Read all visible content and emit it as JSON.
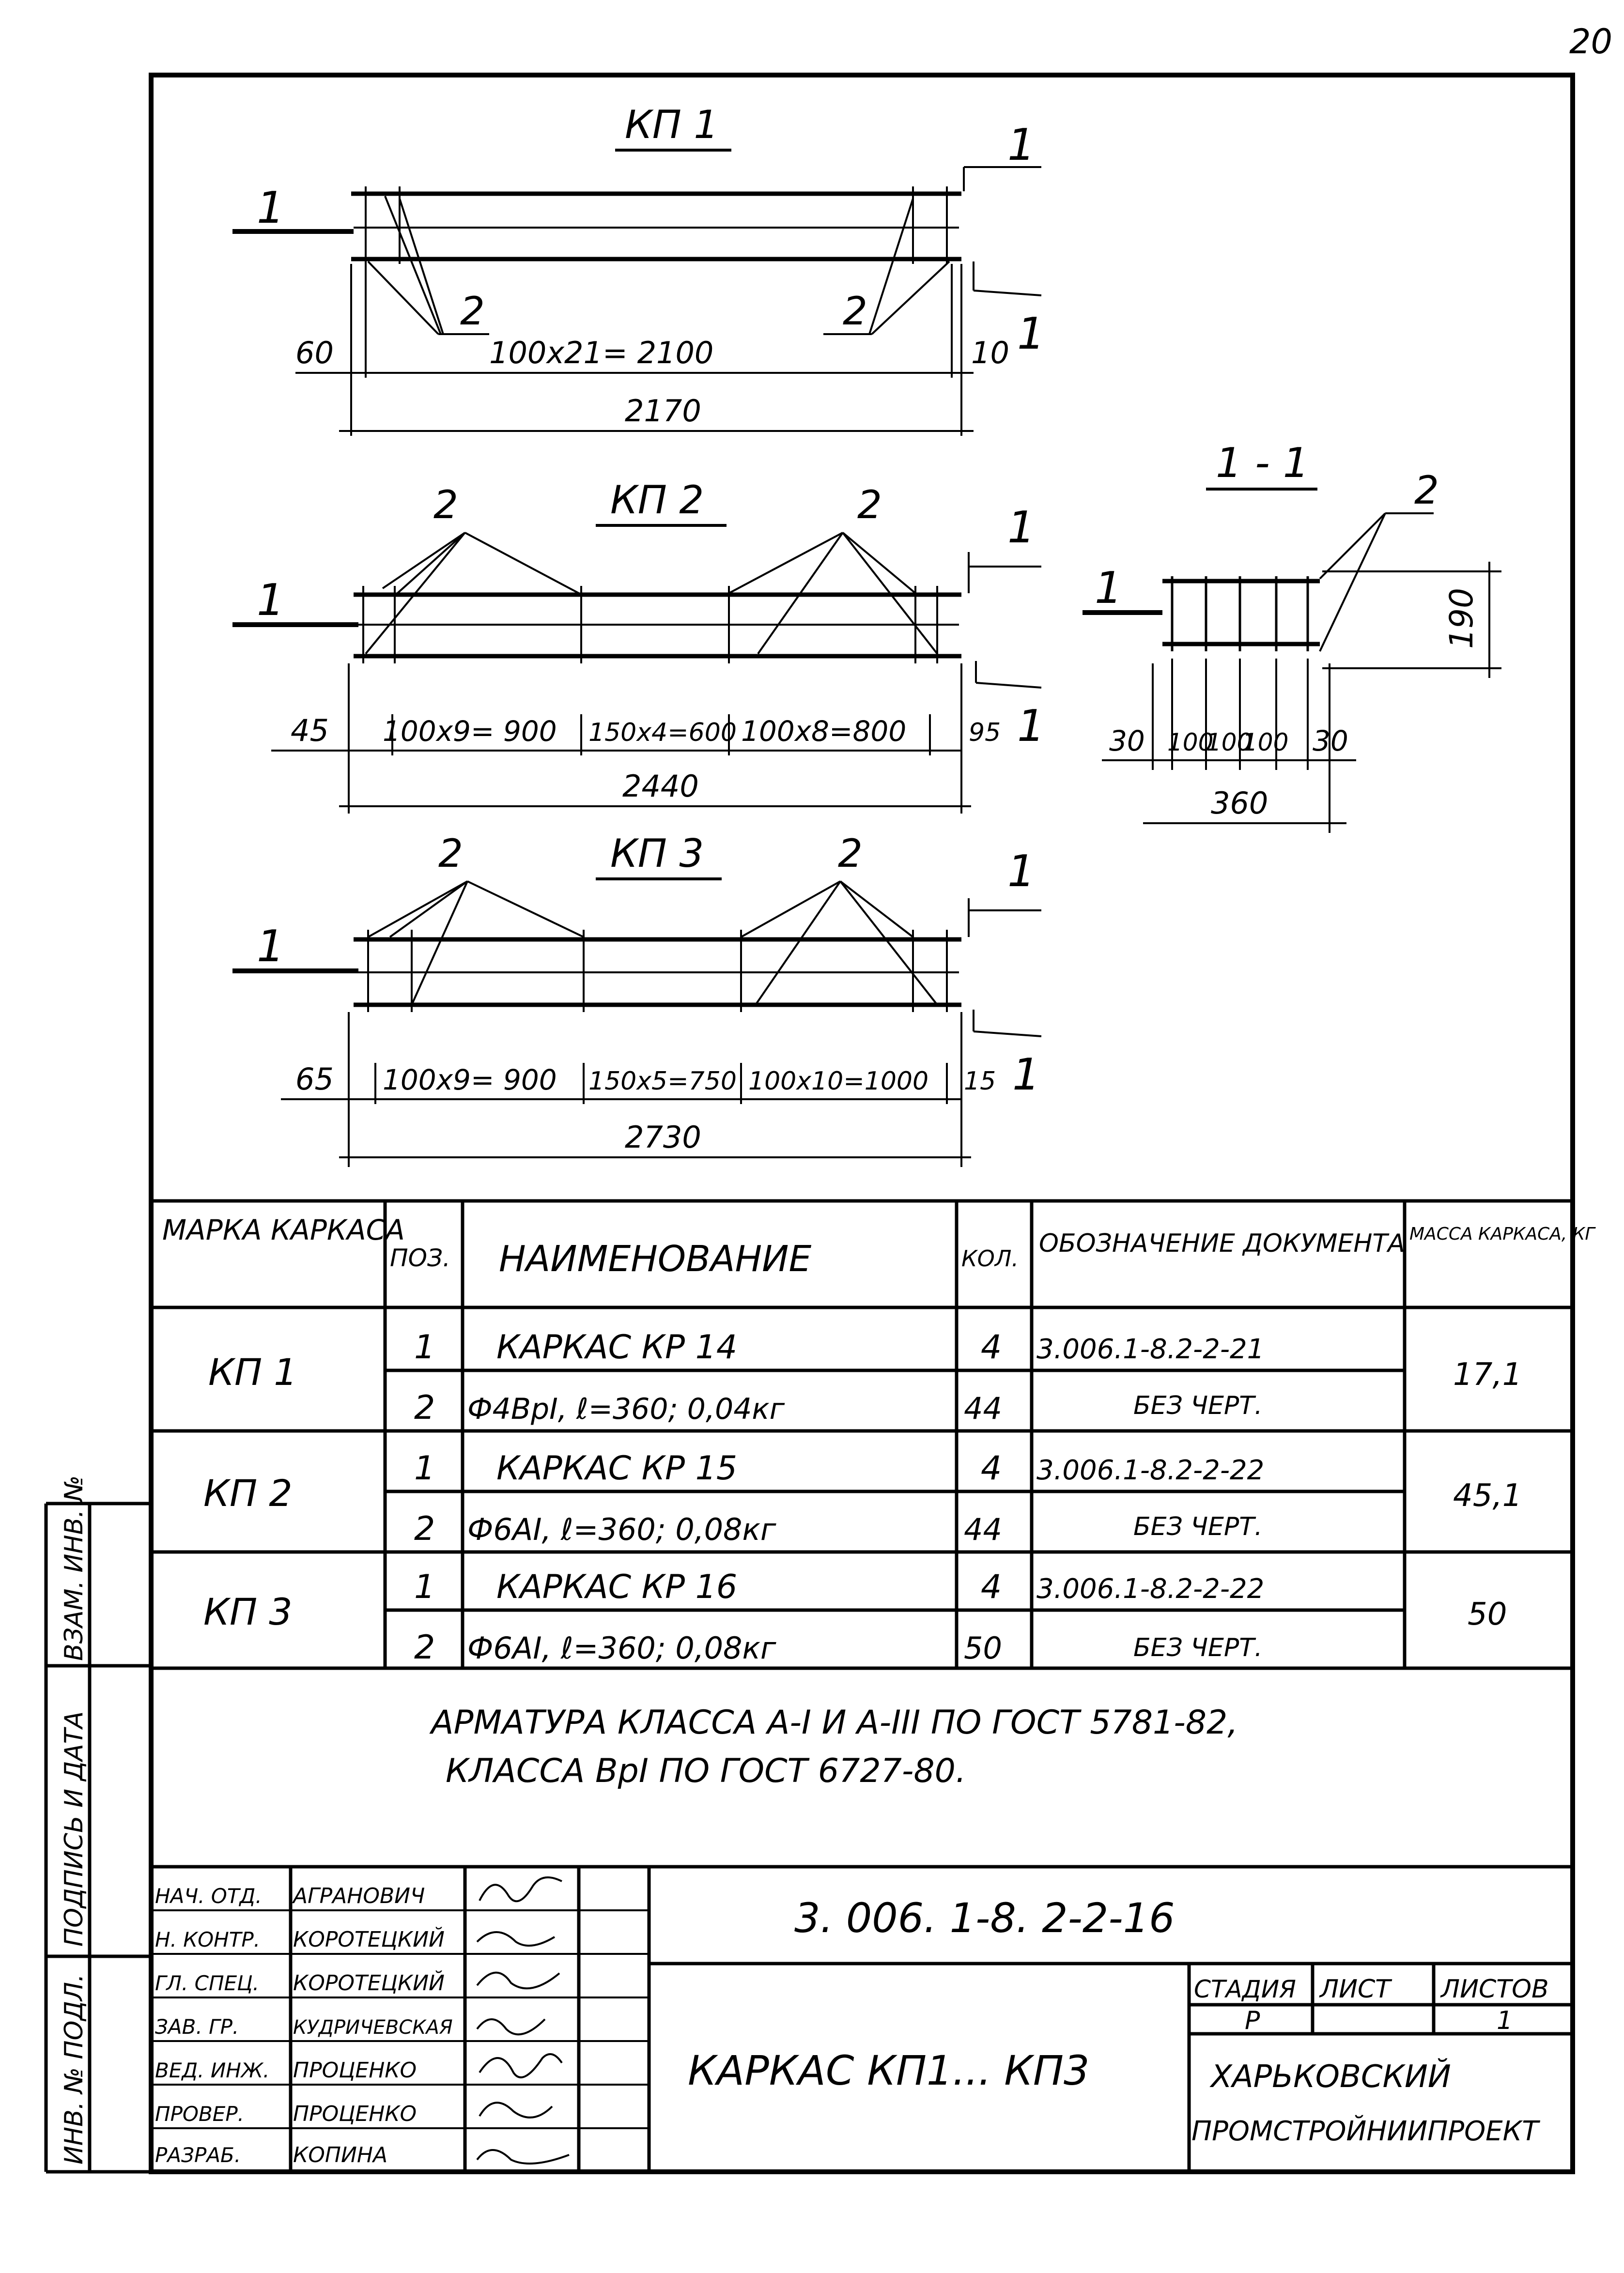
{
  "sheet_number": "20",
  "drawings": {
    "kp1": {
      "title": "КП 1",
      "section_mark": "1",
      "callout": "2",
      "dims": {
        "left": "60",
        "middle": "100x21= 2100",
        "right": "10",
        "total": "2170"
      }
    },
    "kp2": {
      "title": "КП 2",
      "section_mark": "1",
      "callout": "2",
      "dims": {
        "left": "45",
        "seg1": "100x9= 900",
        "seg2": "150x4=600",
        "seg3": "100x8=800",
        "right": "95",
        "total": "2440"
      }
    },
    "kp3": {
      "title": "КП 3",
      "section_mark": "1",
      "callout": "2",
      "dims": {
        "left": "65",
        "seg1": "100x9= 900",
        "seg2": "150x5=750",
        "seg3": "100x10=1000",
        "right": "15",
        "total": "2730"
      }
    },
    "section": {
      "title": "1 - 1",
      "mark": "1",
      "callout": "2",
      "height": "190",
      "dims": [
        "30",
        "100",
        "100",
        "100",
        "30"
      ],
      "total": "360"
    }
  },
  "spec_table": {
    "headers": {
      "mark": "МАРКА КАРКАСА",
      "pos": "ПОЗ.",
      "name": "НАИМЕНОВАНИЕ",
      "qty": "КОЛ.",
      "doc": "ОБОЗНАЧЕНИЕ ДОКУМЕНТА",
      "mass": "МАССА КАРКАСА, КГ"
    },
    "groups": [
      {
        "mark": "КП 1",
        "mass": "17,1",
        "rows": [
          {
            "pos": "1",
            "name": "КАРКАС КР 14",
            "qty": "4",
            "doc": "3.006.1-8.2-2-21"
          },
          {
            "pos": "2",
            "name": "Ф4ВрI, ℓ=360; 0,04кг",
            "qty": "44",
            "doc": "БЕЗ ЧЕРТ."
          }
        ]
      },
      {
        "mark": "КП 2",
        "mass": "45,1",
        "rows": [
          {
            "pos": "1",
            "name": "КАРКАС КР 15",
            "qty": "4",
            "doc": "3.006.1-8.2-2-22"
          },
          {
            "pos": "2",
            "name": "Ф6АI, ℓ=360; 0,08кг",
            "qty": "44",
            "doc": "БЕЗ ЧЕРТ."
          }
        ]
      },
      {
        "mark": "КП 3",
        "mass": "50",
        "rows": [
          {
            "pos": "1",
            "name": "КАРКАС КР 16",
            "qty": "4",
            "doc": "3.006.1-8.2-2-22"
          },
          {
            "pos": "2",
            "name": "Ф6АI, ℓ=360; 0,08кг",
            "qty": "50",
            "doc": "БЕЗ ЧЕРТ."
          }
        ]
      }
    ]
  },
  "notes": [
    "АРМАТУРА КЛАССА А-I И А-III ПО ГОСТ 5781-82,",
    "КЛАССА ВрI ПО ГОСТ 6727-80."
  ],
  "title_block": {
    "doc_code": "3. 006. 1-8. 2-2-16",
    "title": "КАРКАС КП1... КП3",
    "stage_label": "СТАДИЯ",
    "sheet_label": "ЛИСТ",
    "sheets_label": "ЛИСТОВ",
    "stage": "Р",
    "sheet": "",
    "sheets": "1",
    "org_line1": "ХАРЬКОВСКИЙ",
    "org_line2": "ПРОМСТРОЙНИИПРОЕКТ",
    "staff": [
      {
        "role": "НАЧ. ОТД.",
        "name": "АГРАНОВИЧ"
      },
      {
        "role": "Н. КОНТР.",
        "name": "КОРОТЕЦКИЙ"
      },
      {
        "role": "ГЛ. СПЕЦ.",
        "name": "КОРОТЕЦКИЙ"
      },
      {
        "role": "ЗАВ. ГР.",
        "name": "КУДРИЧЕВСКАЯ"
      },
      {
        "role": "ВЕД. ИНЖ.",
        "name": "ПРОЦЕНКО"
      },
      {
        "role": "ПРОВЕР.",
        "name": "ПРОЦЕНКО"
      },
      {
        "role": "РАЗРАБ.",
        "name": "КОПИНА"
      }
    ]
  },
  "side_stamp": {
    "inv_podl": "ИНВ. № ПОДЛ.",
    "podpis": "ПОДПИСЬ И ДАТА",
    "vzam": "ВЗАМ. ИНВ. №"
  }
}
